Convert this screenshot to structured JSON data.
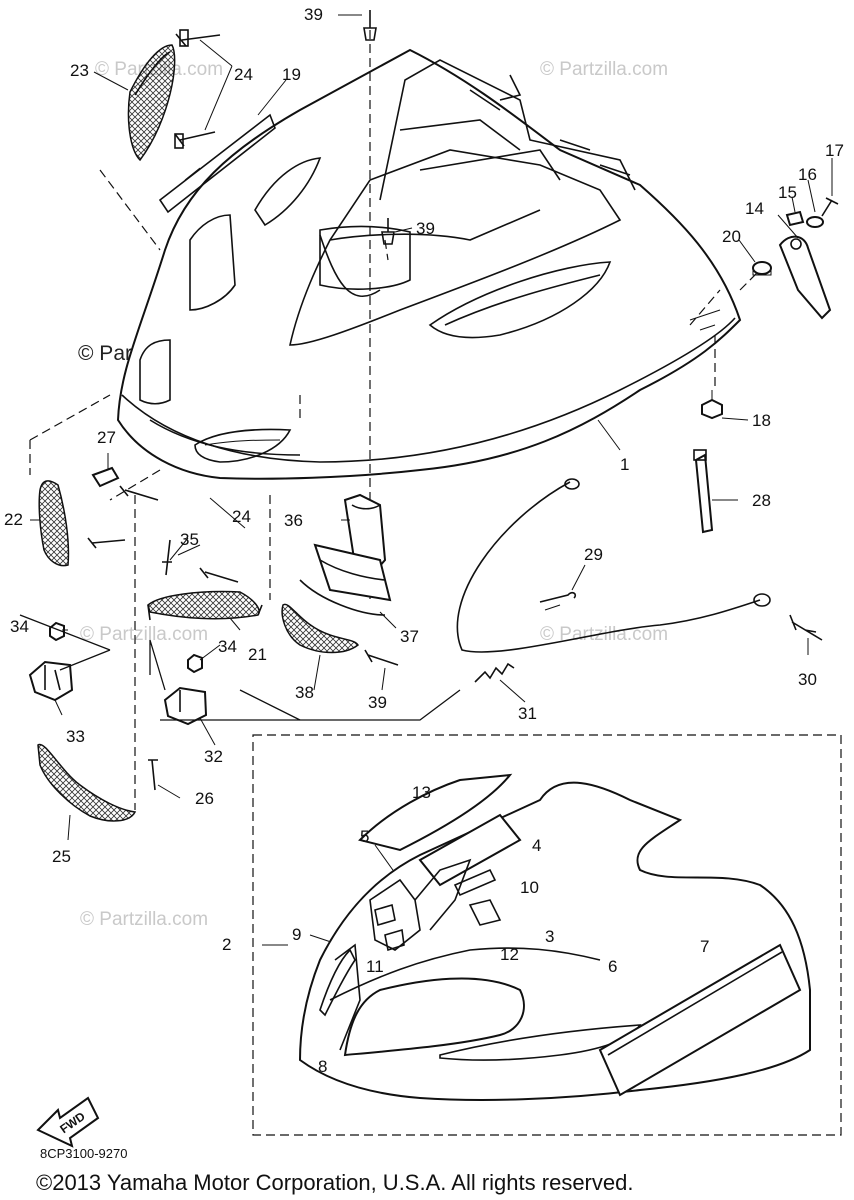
{
  "watermarks": {
    "light": "© Partzilla.com",
    "dark": "© Partzilla.com"
  },
  "callouts": [
    "1",
    "2",
    "3",
    "4",
    "5",
    "6",
    "7",
    "8",
    "9",
    "10",
    "11",
    "12",
    "13",
    "14",
    "15",
    "16",
    "17",
    "18",
    "19",
    "20",
    "21",
    "22",
    "23",
    "24",
    "24",
    "25",
    "26",
    "27",
    "28",
    "29",
    "30",
    "31",
    "32",
    "33",
    "34",
    "34",
    "35",
    "36",
    "37",
    "38",
    "39",
    "39",
    "39"
  ],
  "diagram_code": "8CP3100-9270",
  "fwd_label": "FWD",
  "copyright": "©2013 Yamaha Motor Corporation, U.S.A. All rights reserved."
}
